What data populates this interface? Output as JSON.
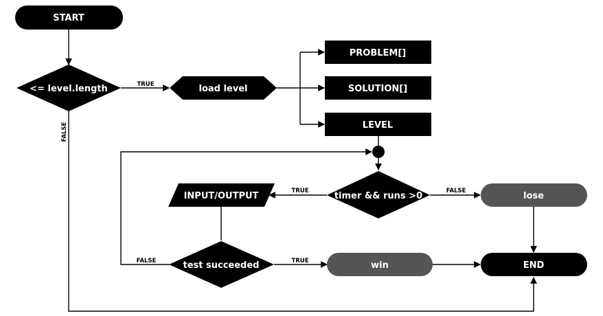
{
  "nodes": {
    "start": "START",
    "level_check": "<= level.length",
    "load_level": "load level",
    "problem": "PROBLEM[]",
    "solution": "SOLUTION[]",
    "level": "LEVEL",
    "timer_check": "timer && runs >0",
    "io": "INPUT/OUTPUT",
    "lose": "lose",
    "test": "test succeeded",
    "win": "win",
    "end": "END"
  },
  "edges": {
    "level_check_true": "TRUE",
    "level_check_false": "FALSE",
    "timer_true": "TRUE",
    "timer_false": "FALSE",
    "test_true": "TRUE",
    "test_false": "FALSE"
  },
  "colors": {
    "node_fill": "#000000",
    "outcome_fill": "#555555",
    "text": "#ffffff",
    "line": "#000000"
  }
}
